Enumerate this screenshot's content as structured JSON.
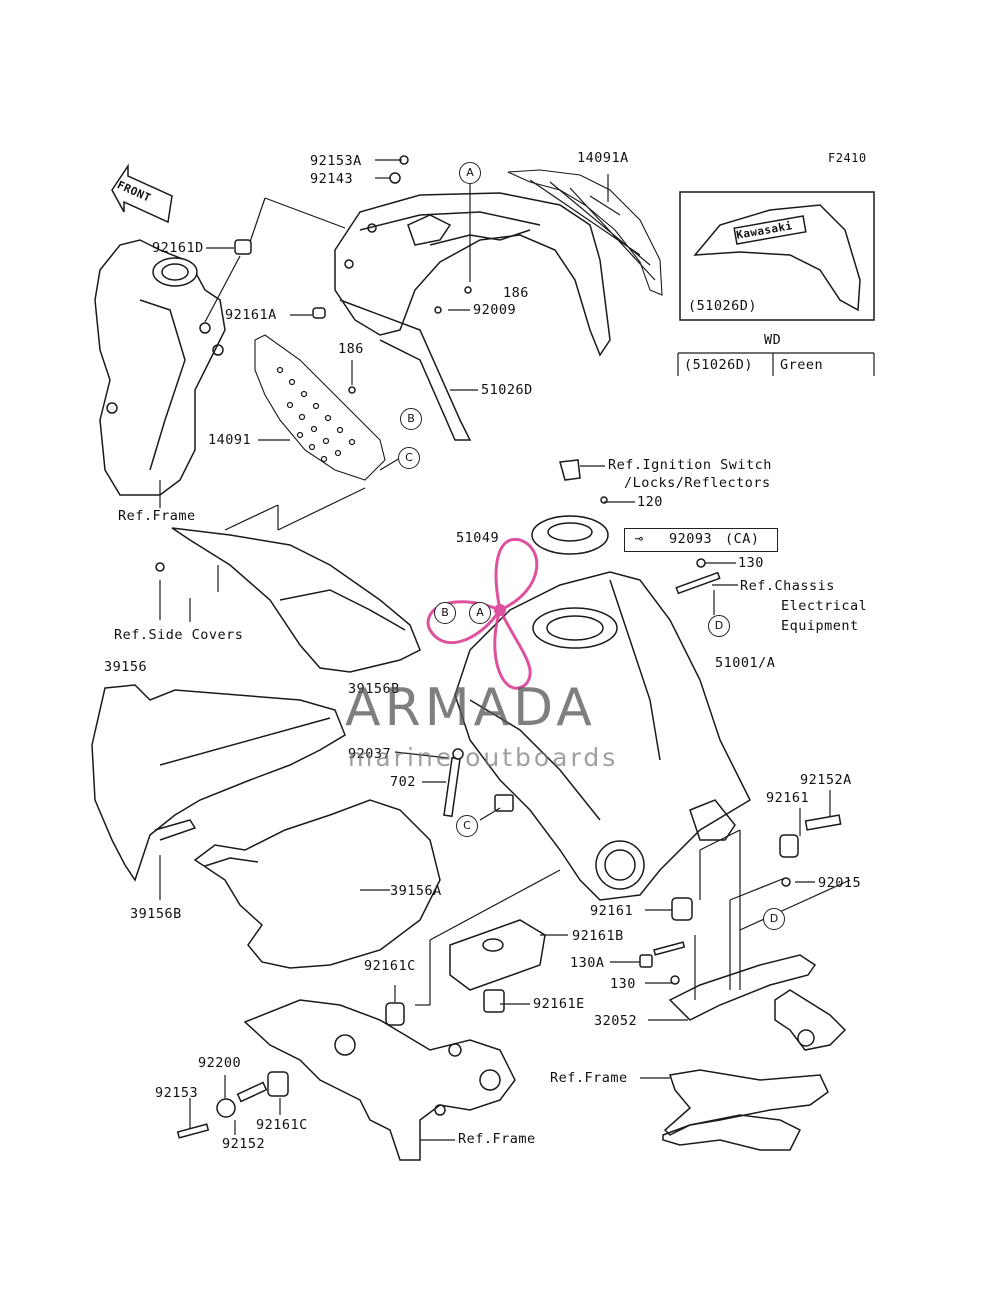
{
  "fig_code": "F2410",
  "front_label": "FRONT",
  "brand": {
    "name": "ARMADA",
    "tagline": "marine outboards",
    "color": "#d9338f"
  },
  "inset": {
    "code": "(51026D)",
    "decal": "Kawasaki"
  },
  "color_table": {
    "header": "WD",
    "code": "(51026D)",
    "color": "Green"
  },
  "callout_box": {
    "part": "92093",
    "region": "(CA)"
  },
  "refs": {
    "frame_top": "Ref.Frame",
    "side_covers": "Ref.Side Covers",
    "ignition_1": "Ref.Ignition Switch",
    "ignition_2": "/Locks/Reflectors",
    "chassis_1": "Ref.Chassis",
    "chassis_2": "Electrical",
    "chassis_3": "Equipment",
    "frame_right": "Ref.Frame",
    "frame_bottom": "Ref.Frame"
  },
  "parts": {
    "p92153A": "92153A",
    "p92143": "92143",
    "p92161D": "92161D",
    "p92161A": "92161A",
    "p14091A": "14091A",
    "p186a": "186",
    "p92009": "92009",
    "p186b": "186",
    "p51026D": "51026D",
    "p14091": "14091",
    "p120": "120",
    "p51049": "51049",
    "p130a": "130",
    "p51001A": "51001/A",
    "p39156": "39156",
    "p39156B_top": "39156B",
    "p92037": "92037",
    "p702": "702",
    "p92152A": "92152A",
    "p92161a": "92161",
    "p39156B_bot": "39156B",
    "p39156A": "39156A",
    "p92015": "92015",
    "p92161b": "92161",
    "p92161B": "92161B",
    "p92161C_top": "92161C",
    "p130A": "130A",
    "p130b": "130",
    "p92161E": "92161E",
    "p32052": "32052",
    "p92200": "92200",
    "p92153": "92153",
    "p92161C_bot": "92161C",
    "p92152": "92152"
  },
  "circles": {
    "A1": "A",
    "A2": "A",
    "B1": "B",
    "B2": "B",
    "C1": "C",
    "C2": "C",
    "D1": "D",
    "D2": "D"
  }
}
